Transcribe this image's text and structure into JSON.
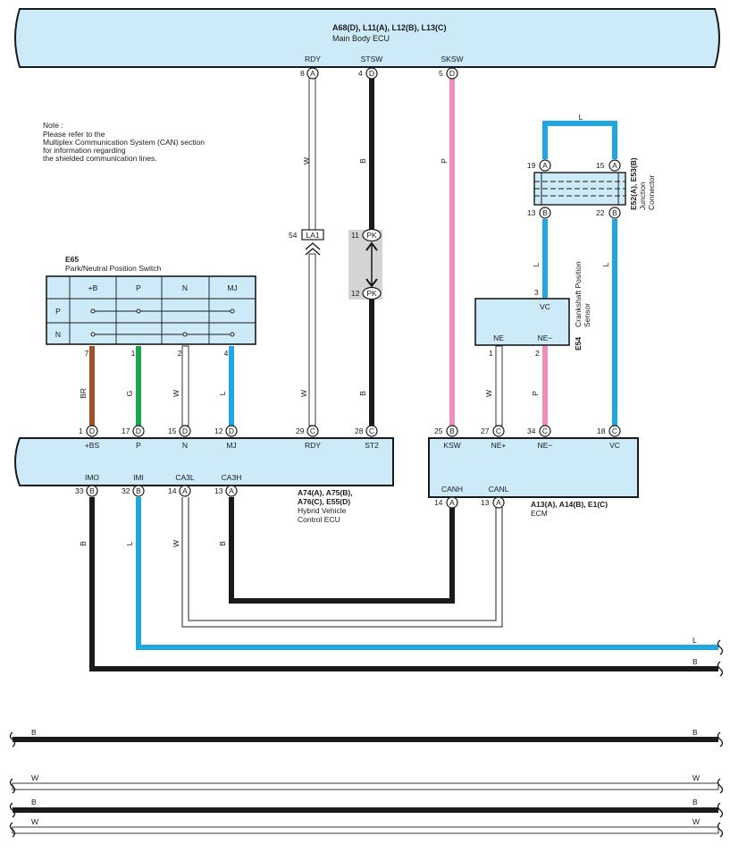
{
  "main_body_ecu": {
    "title": "A68(D), L11(A), L12(B), L13(C)",
    "subtitle": "Main Body ECU",
    "pins": [
      {
        "label": "RDY",
        "num": "8",
        "conn": "A"
      },
      {
        "label": "STSW",
        "num": "4",
        "conn": "D"
      },
      {
        "label": "SKSW",
        "num": "5",
        "conn": "D"
      }
    ]
  },
  "note": {
    "lines": [
      "Note :",
      "Please refer to the",
      "Multiplex Communication System (CAN) section",
      "for information regarding",
      "the shielded communication lines."
    ]
  },
  "wire_colors": {
    "B": "#1a1a1a",
    "W": "#ffffff",
    "P": "#f28cba",
    "L": "#1ea7e1",
    "G": "#19a64f",
    "BR": "#a0522d"
  },
  "wire_labels": {
    "rdy": "W",
    "stsw": "B",
    "sksw": "P",
    "jc_top": "L",
    "jc_left": "L",
    "jc_right": "L",
    "pn_br": "BR",
    "pn_g": "G",
    "pn_w": "W",
    "pn_l": "L",
    "rdy_low": "W",
    "st2_low": "B",
    "nep": "W",
    "nem": "P",
    "imo": "B",
    "imi": "L",
    "ca3l": "W",
    "ca3h": "B",
    "bus_l": "L",
    "bus_b": "B"
  },
  "la1": {
    "num": "54",
    "label": "LA1"
  },
  "pk": {
    "num_top": "11",
    "num_bottom": "12",
    "label": "PK"
  },
  "junction": {
    "title": "E52(A), E53(B)",
    "subtitle_lines": [
      "Junction",
      "Connector"
    ],
    "pins": [
      {
        "num": "19",
        "conn": "A"
      },
      {
        "num": "15",
        "conn": "A"
      },
      {
        "num": "13",
        "conn": "B"
      },
      {
        "num": "22",
        "conn": "B"
      }
    ]
  },
  "pn_switch": {
    "code": "E65",
    "name": "Park/Neutral Position Switch",
    "columns": [
      "+B",
      "P",
      "N",
      "MJ"
    ],
    "rows": [
      "P",
      "N"
    ],
    "pin_nums": [
      "7",
      "1",
      "2",
      "4"
    ]
  },
  "crank_sensor": {
    "code": "E54",
    "name_lines": [
      "Crankshaft Position",
      "Sensor"
    ],
    "vc_num": "3",
    "vc_label": "VC",
    "ne_label": "NE",
    "nem_label": "NE−",
    "ne_num": "1",
    "nem_num": "2"
  },
  "hv_ecu": {
    "title_lines": [
      "A74(A), A75(B),",
      "A76(C), E55(D)"
    ],
    "subtitle_lines": [
      "Hybrid Vehicle",
      "Control ECU"
    ],
    "top_pins": [
      {
        "label": "+BS",
        "num": "1",
        "conn": "D"
      },
      {
        "label": "P",
        "num": "17",
        "conn": "D"
      },
      {
        "label": "N",
        "num": "15",
        "conn": "D"
      },
      {
        "label": "MJ",
        "num": "12",
        "conn": "D"
      },
      {
        "label": "RDY",
        "num": "29",
        "conn": "C"
      },
      {
        "label": "ST2",
        "num": "28",
        "conn": "C"
      }
    ],
    "bottom_pins": [
      {
        "label": "IMO",
        "num": "33",
        "conn": "B"
      },
      {
        "label": "IMI",
        "num": "32",
        "conn": "B"
      },
      {
        "label": "CA3L",
        "num": "14",
        "conn": "A"
      },
      {
        "label": "CA3H",
        "num": "13",
        "conn": "A"
      }
    ]
  },
  "ecm": {
    "title": "A13(A), A14(B), E1(C)",
    "subtitle": "ECM",
    "top_pins": [
      {
        "label": "KSW",
        "num": "25",
        "conn": "B"
      },
      {
        "label": "NE+",
        "num": "27",
        "conn": "C"
      },
      {
        "label": "NE−",
        "num": "34",
        "conn": "C"
      },
      {
        "label": "VC",
        "num": "18",
        "conn": "C"
      }
    ],
    "bottom_pins": [
      {
        "label": "CANH",
        "num": "14",
        "conn": "A"
      },
      {
        "label": "CANL",
        "num": "13",
        "conn": "A"
      }
    ]
  },
  "lower_wires": [
    {
      "color": "B",
      "left": "B",
      "right": "B"
    },
    {
      "color": "W",
      "left": "W",
      "right": "W"
    },
    {
      "color": "B",
      "left": "B",
      "right": "B"
    },
    {
      "color": "W",
      "left": "W",
      "right": "W"
    }
  ]
}
